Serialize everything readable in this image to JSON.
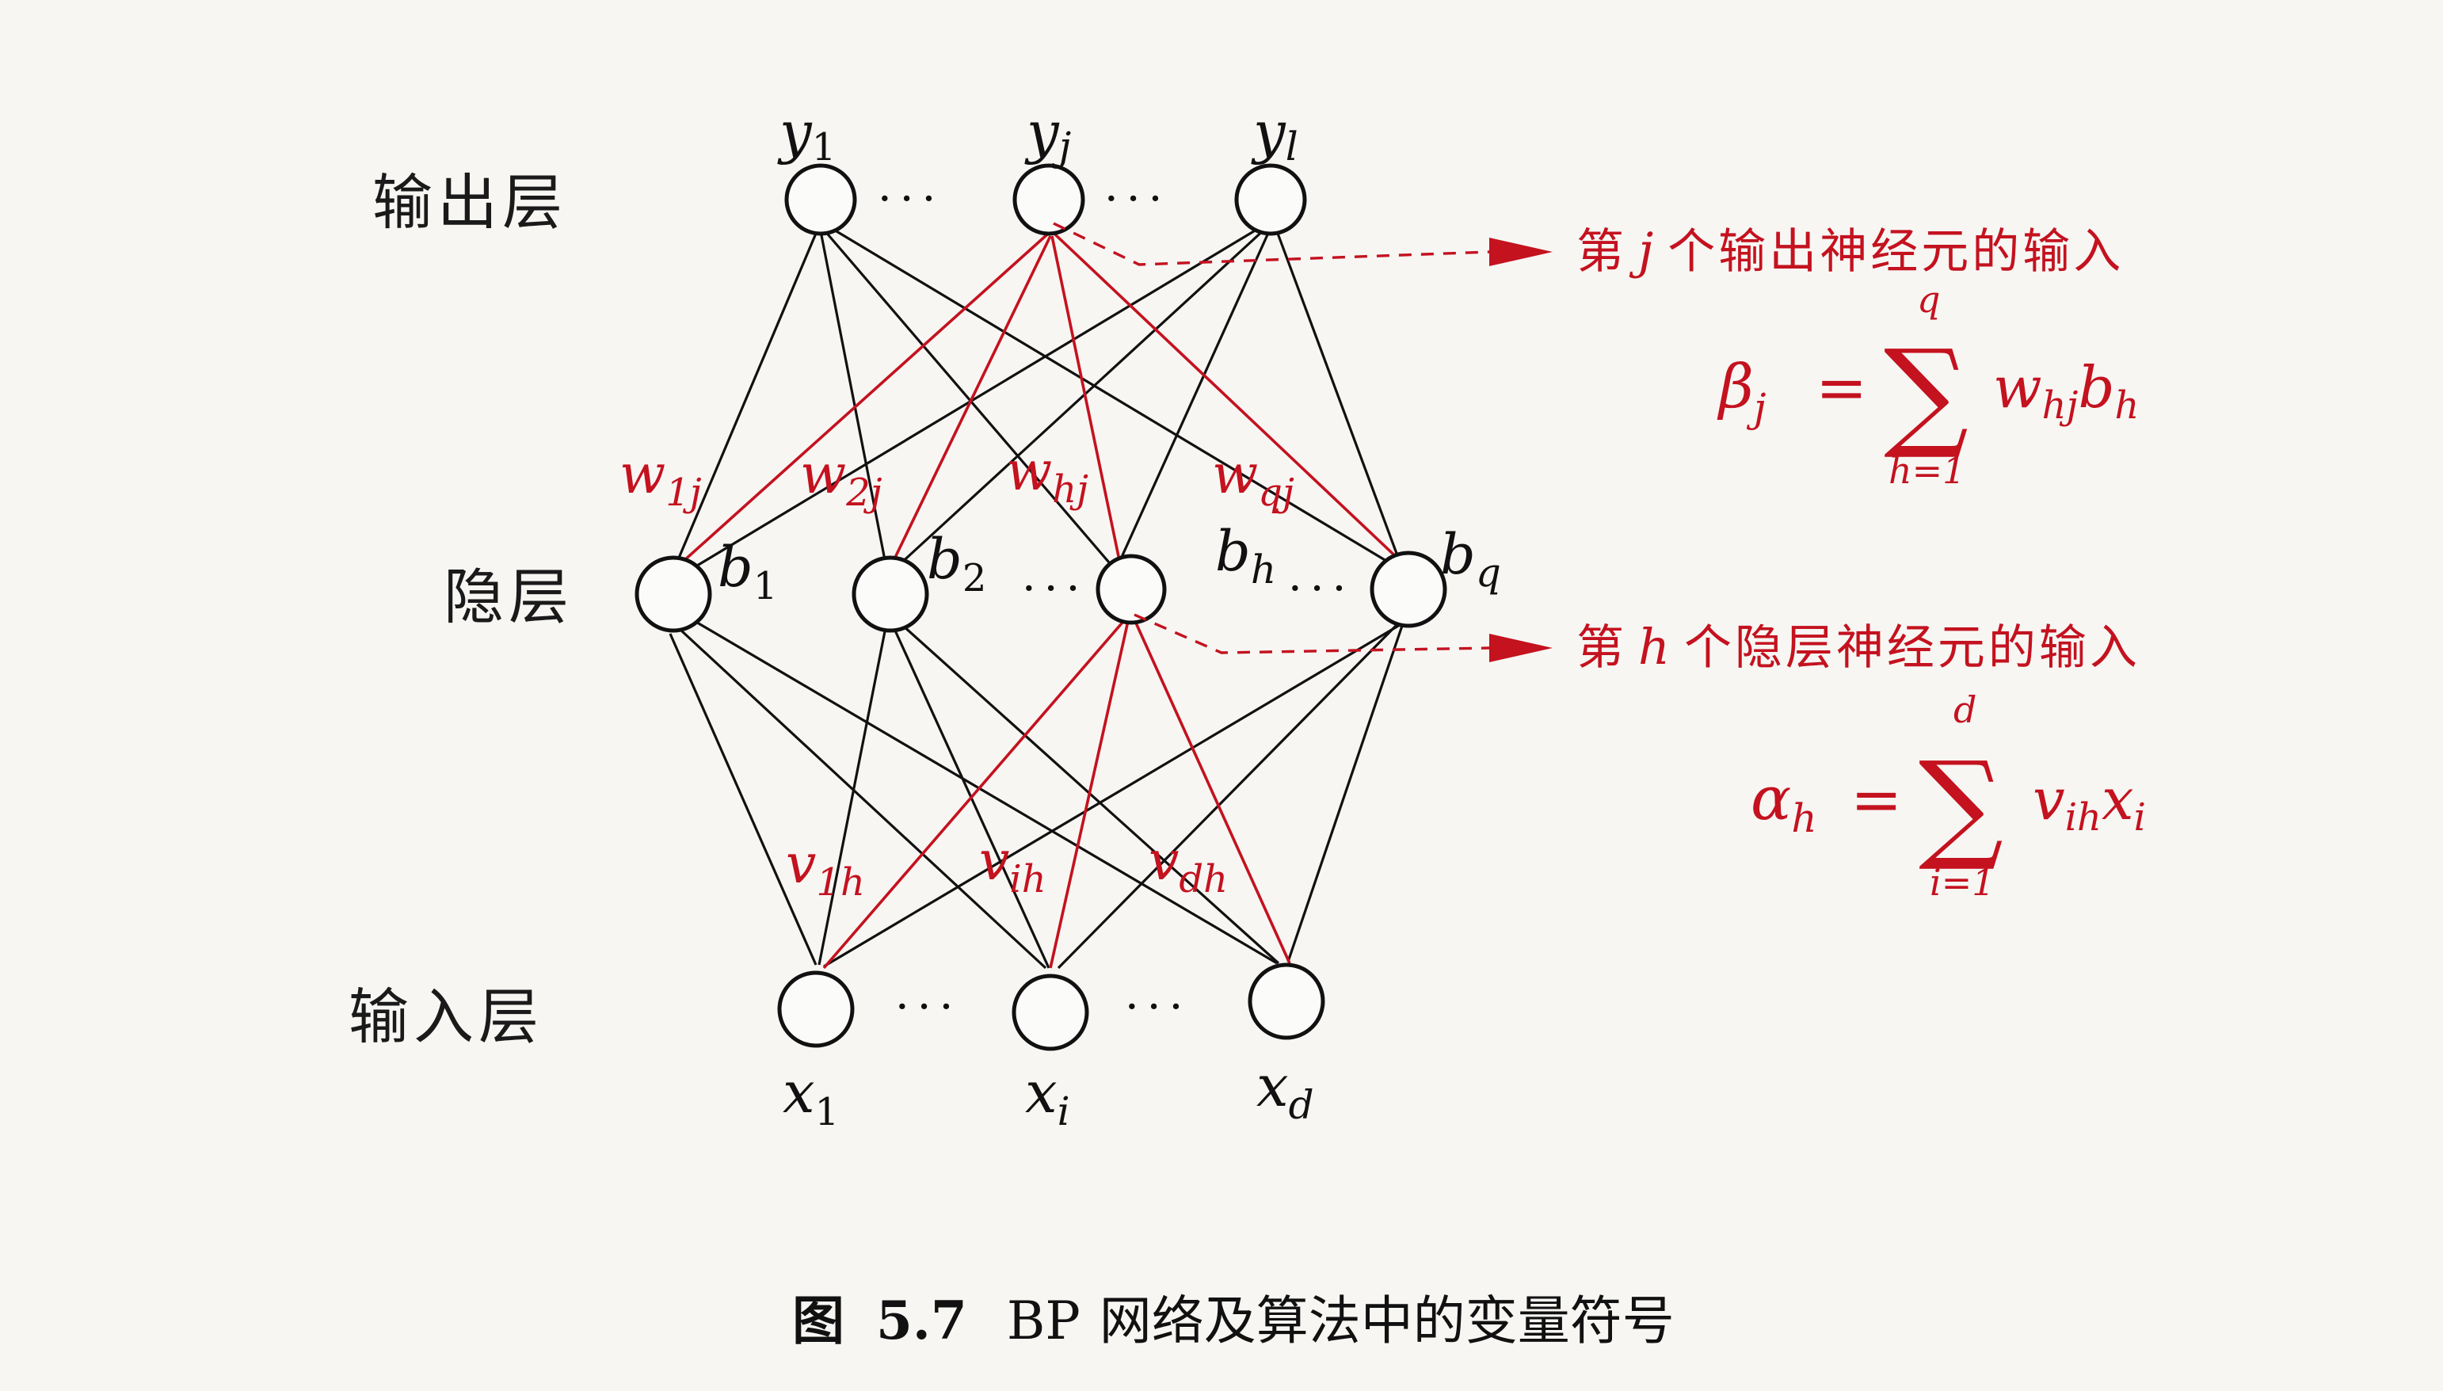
{
  "layers": {
    "output": "输出层",
    "hidden": "隐层",
    "input": "输入层"
  },
  "output_nodes": [
    {
      "sym": "y",
      "sub": "1"
    },
    {
      "sym": "y",
      "sub": "j"
    },
    {
      "sym": "y",
      "sub": "l"
    }
  ],
  "hidden_nodes": [
    {
      "sym": "b",
      "sub": "1"
    },
    {
      "sym": "b",
      "sub": "2"
    },
    {
      "sym": "b",
      "sub": "h"
    },
    {
      "sym": "b",
      "sub": "q"
    }
  ],
  "input_nodes": [
    {
      "sym": "x",
      "sub": "1"
    },
    {
      "sym": "x",
      "sub": "i"
    },
    {
      "sym": "x",
      "sub": "d"
    }
  ],
  "hidden_output_weights": [
    {
      "sym": "w",
      "sub": "1j"
    },
    {
      "sym": "w",
      "sub": "2j"
    },
    {
      "sym": "w",
      "sub": "hj"
    },
    {
      "sym": "w",
      "sub": "qj"
    }
  ],
  "input_hidden_weights": [
    {
      "sym": "v",
      "sub": "1h"
    },
    {
      "sym": "v",
      "sub": "ih"
    },
    {
      "sym": "v",
      "sub": "dh"
    }
  ],
  "ellipsis": "···",
  "annotation_output": {
    "prefix": "第",
    "var": "j",
    "suffix": "个输出神经元的输入",
    "formula": {
      "lhs": "β",
      "lhs_sub": "j",
      "eq": "=",
      "sum_sign": "∑",
      "upper": "q",
      "lower": "h=1",
      "term1": "w",
      "term1_sub": "hj",
      "term2": "b",
      "term2_sub": "h"
    }
  },
  "annotation_hidden": {
    "prefix": "第",
    "var": "h",
    "suffix": "个隐层神经元的输入",
    "formula": {
      "lhs": "α",
      "lhs_sub": "h",
      "eq": "=",
      "sum_sign": "∑",
      "upper": "d",
      "lower": "i=1",
      "term1": "v",
      "term1_sub": "ih",
      "term2": "x",
      "term2_sub": "i"
    }
  },
  "caption": {
    "label": "图",
    "number": "5.7",
    "text_latin": "BP",
    "text_cn": "网络及算法中的变量符号"
  },
  "colors": {
    "highlight": "#c4121f",
    "ink": "#111111",
    "paper": "#f7f6f3"
  }
}
